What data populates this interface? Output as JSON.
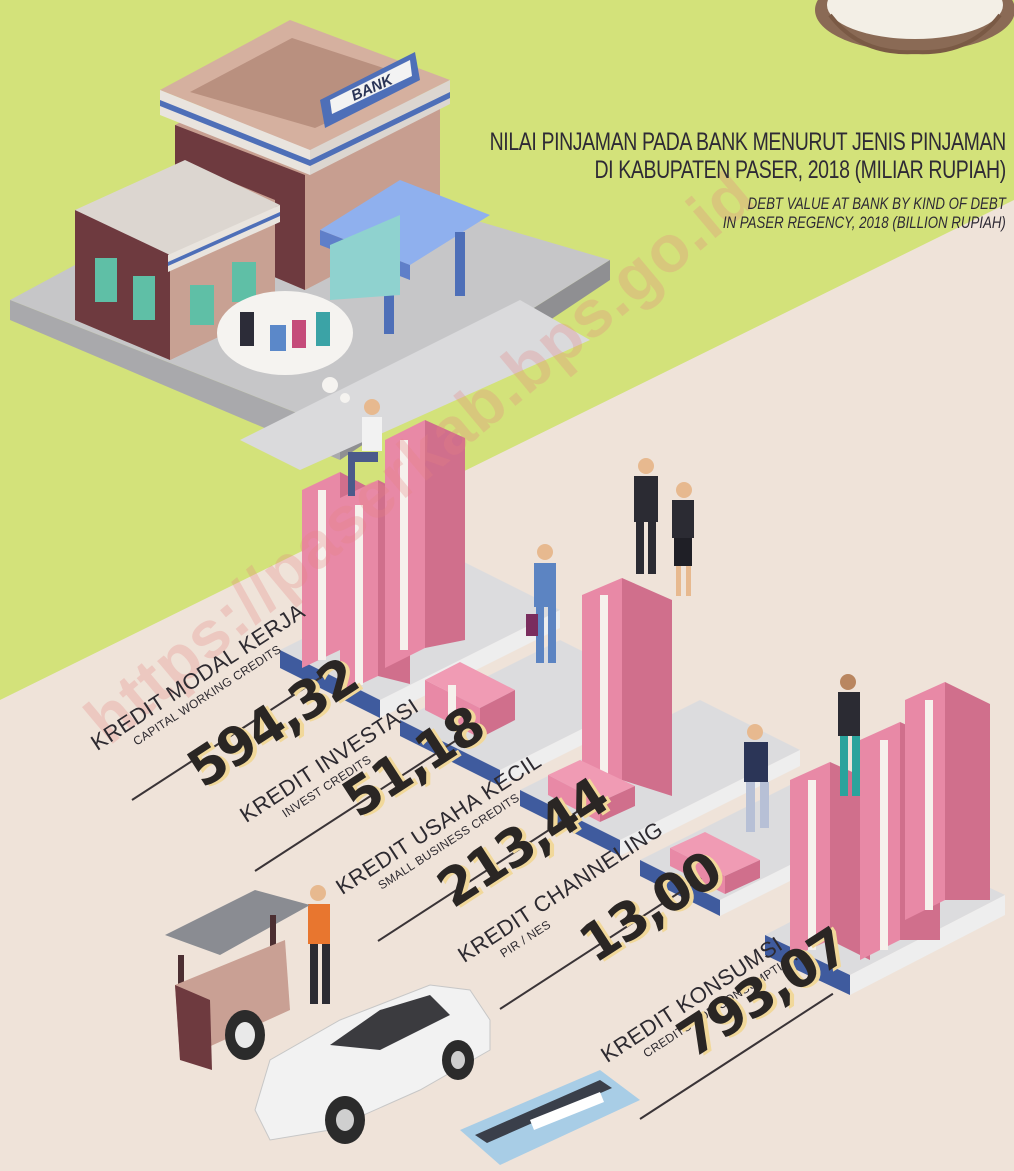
{
  "title": {
    "id_line1": "NILAI PINJAMAN PADA BANK MENURUT JENIS PINJAMAN",
    "id_line2": "DI KABUPATEN PASER, 2018 (MILIAR RUPIAH)",
    "en_line1": "DEBT VALUE AT BANK BY KIND OF DEBT",
    "en_line2": "IN PASER REGENCY, 2018 (BILLION RUPIAH)"
  },
  "bank_sign": "BANK",
  "watermark": "https://paserkab.bps.go.id",
  "loans": [
    {
      "name_id": "KREDIT MODAL KERJA",
      "name_en": "CAPITAL WORKING CREDITS",
      "value": "594,32",
      "amount": 594.32
    },
    {
      "name_id": "KREDIT INVESTASI",
      "name_en": "INVEST CREDITS",
      "value": "51,18",
      "amount": 51.18
    },
    {
      "name_id": "KREDIT USAHA KECIL",
      "name_en": "SMALL BUSINESS CREDITS",
      "value": "213,44",
      "amount": 213.44
    },
    {
      "name_id": "KREDIT CHANNELING",
      "name_en": "PIR / NES",
      "value": "13,00",
      "amount": 13.0
    },
    {
      "name_id": "KREDIT KONSUMSI",
      "name_en": "CREDITS FOR CONSUMPTION",
      "value": "793,07",
      "amount": 793.07
    }
  ],
  "colors": {
    "background_green": "#d3e27a",
    "background_beige": "#efe3d9",
    "money_pink": "#e889a6",
    "money_band": "#f6f1ec",
    "bank_wall": "#c79e90",
    "bank_brick": "#6e3a3f",
    "platform_blue": "#3f5b9e",
    "value_shadow": "#f1d89a"
  }
}
